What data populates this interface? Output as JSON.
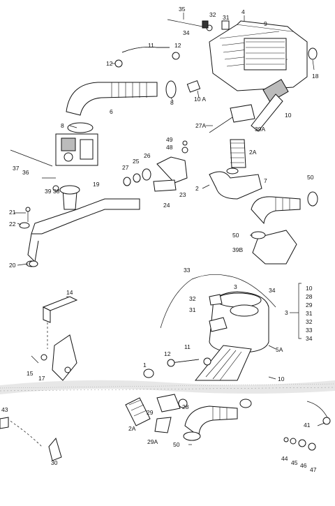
{
  "part_labels": [
    "35",
    "32",
    "31",
    "4",
    "9",
    "34",
    "11",
    "12",
    "18",
    "12",
    "8",
    "10 A",
    "6",
    "8",
    "27A",
    "2A",
    "39A",
    "10",
    "49",
    "48",
    "26",
    "25",
    "27",
    "37",
    "36",
    "19",
    "7",
    "50",
    "39",
    "38",
    "2",
    "24",
    "23",
    "21",
    "22",
    "50",
    "20",
    "39B",
    "33",
    "14",
    "3",
    "32",
    "31",
    "34",
    "11",
    "12",
    "1",
    "17",
    "15",
    "5A",
    "28",
    "10",
    "29",
    "2A",
    "29A",
    "50",
    "43",
    "30",
    "41",
    "44",
    "45",
    "46",
    "47"
  ],
  "reference_list": {
    "head": "3",
    "items": [
      "10",
      "28",
      "29",
      "31",
      "32",
      "33",
      "34"
    ]
  },
  "colors": {
    "ink": "#111111",
    "paper": "#ffffff",
    "scan_noise": "#b8b8b8"
  }
}
